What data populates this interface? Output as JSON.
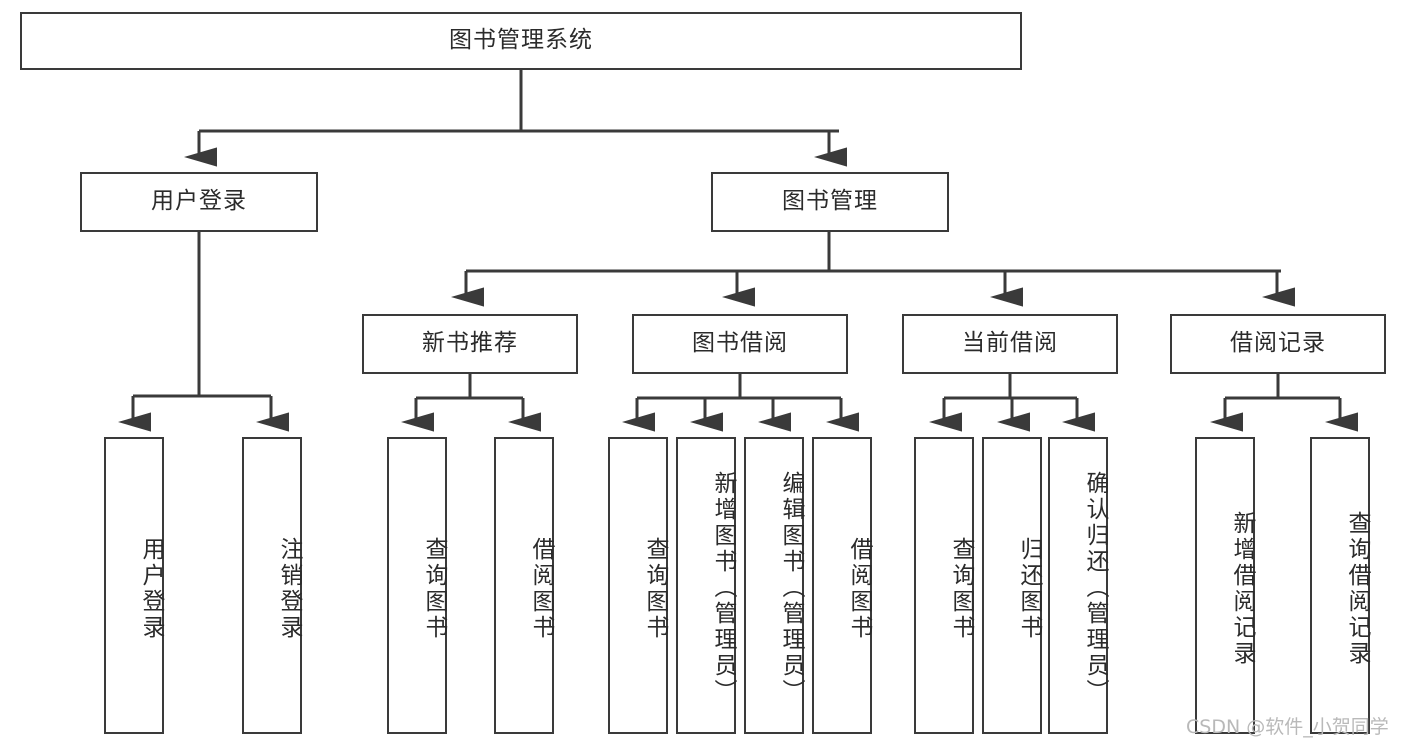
{
  "diagram": {
    "title": "图书管理系统",
    "type": "tree-structure-chart",
    "colors": {
      "stroke": "#3a3a3a",
      "fill": "#ffffff",
      "text": "#2b2b2b",
      "watermark": "#b9b9b9"
    },
    "root": {
      "label": "图书管理系统"
    },
    "level2": [
      {
        "label": "用户登录"
      },
      {
        "label": "图书管理"
      }
    ],
    "level3": [
      {
        "label": "新书推荐"
      },
      {
        "label": "图书借阅"
      },
      {
        "label": "当前借阅"
      },
      {
        "label": "借阅记录"
      }
    ],
    "leaves": {
      "user_login": [
        {
          "label": "用户登录"
        },
        {
          "label": "注销登录"
        }
      ],
      "new_book_recommend": [
        {
          "label": "查询图书"
        },
        {
          "label": "借阅图书"
        }
      ],
      "book_borrow": [
        {
          "label": "查询图书"
        },
        {
          "label": "新增图书（管理员）"
        },
        {
          "label": "编辑图书（管理员）"
        },
        {
          "label": "借阅图书"
        }
      ],
      "current_borrow": [
        {
          "label": "查询图书"
        },
        {
          "label": "归还图书"
        },
        {
          "label": "确认归还（管理员）"
        }
      ],
      "borrow_record": [
        {
          "label": "新增借阅记录"
        },
        {
          "label": "查询借阅记录"
        }
      ]
    },
    "watermark": "CSDN @软件_小贺同学"
  }
}
